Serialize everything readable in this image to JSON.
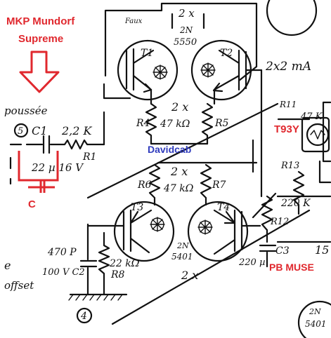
{
  "annotations": {
    "mkp_line1": "MKP Mundorf",
    "mkp_line2": "Supreme",
    "c_label": "C",
    "author": "Davidcab",
    "t93y": "T93Y",
    "pb_muse": "PB MUSE",
    "color_red": "#e0282e",
    "color_blue": "#2f3bbd"
  },
  "schematic": {
    "faux": "Faux",
    "top_2x": "2 x",
    "top_2n": "2N",
    "top_5550": "5550",
    "t1": "T1",
    "t2": "T2",
    "current": "2x2 mA",
    "r4": "R4",
    "r5": "R5",
    "r45_2x": "2 x",
    "r45_val": "47 kΩ",
    "r6": "R6",
    "r7": "R7",
    "r67_2x": "2 x",
    "r67_val": "47 kΩ",
    "t3": "T3",
    "t4": "T4",
    "bottom_2n": "2N",
    "bottom_5401": "5401",
    "bottom_2x": "2 x",
    "node5": "5",
    "c1": "C1",
    "c1_val": "22 µ 16 V",
    "r1_val": "2,2 K",
    "r1": "R1",
    "poussee": "poussée",
    "c2_val": "470 P",
    "c2": "100 V C2",
    "r8_val": "22 kΩ",
    "r8": "R8",
    "node4": "4",
    "r11": "R11",
    "r11_val": "47 K",
    "r13": "R13",
    "r12": "R12",
    "r12_val": "220 K",
    "c3_val": "220 µ",
    "c3": "C3",
    "right_2n": "2N",
    "right_5401": "5401",
    "value_15": "15",
    "left_e": "e",
    "left_offset": "offset"
  }
}
